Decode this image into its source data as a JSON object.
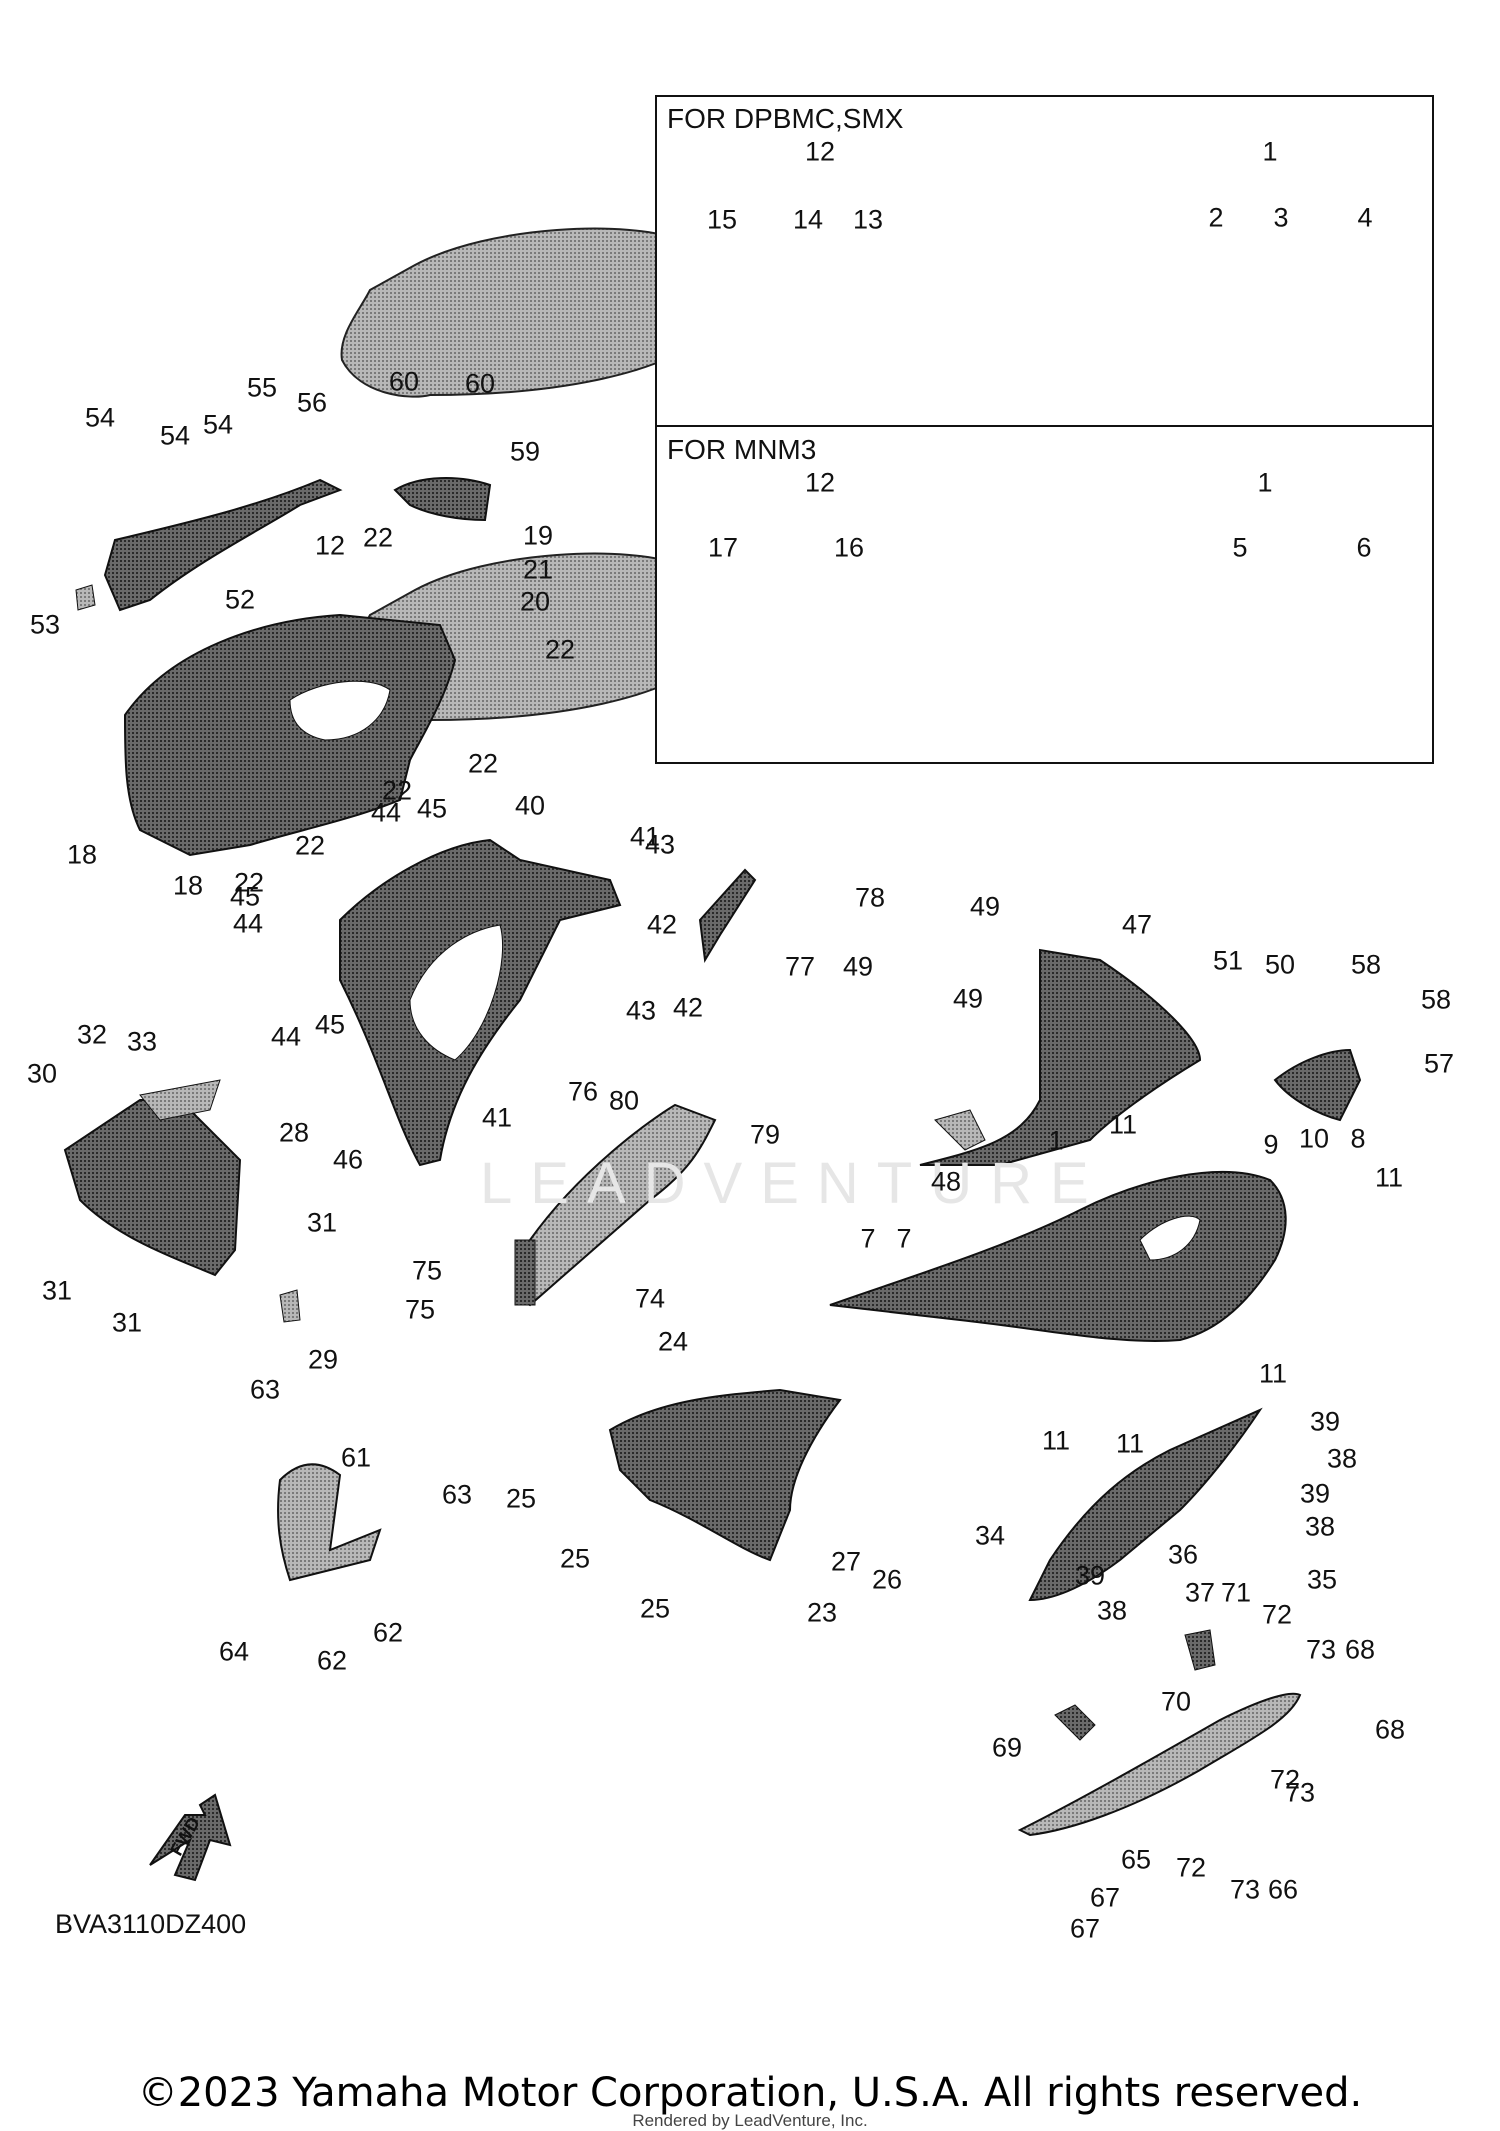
{
  "insets": [
    {
      "title": "FOR DPBMC,SMX"
    },
    {
      "title": "FOR MNM3"
    }
  ],
  "callouts": [
    "54",
    "54",
    "54",
    "55",
    "56",
    "53",
    "52",
    "60",
    "60",
    "59",
    "19",
    "21",
    "20",
    "22",
    "22",
    "22",
    "22",
    "22",
    "22",
    "12",
    "18",
    "18",
    "44",
    "44",
    "44",
    "45",
    "45",
    "45",
    "40",
    "41",
    "43",
    "42",
    "42",
    "43",
    "41",
    "78",
    "77",
    "46",
    "32",
    "33",
    "30",
    "28",
    "31",
    "31",
    "31",
    "29",
    "76",
    "80",
    "79",
    "74",
    "75",
    "75",
    "49",
    "49",
    "49",
    "47",
    "51",
    "50",
    "58",
    "58",
    "57",
    "48",
    "9",
    "10",
    "8",
    "11",
    "11",
    "11",
    "11",
    "11",
    "7",
    "7",
    "1",
    "24",
    "25",
    "25",
    "25",
    "27",
    "26",
    "23",
    "63",
    "61",
    "63",
    "64",
    "62",
    "62",
    "39",
    "38",
    "39",
    "38",
    "34",
    "36",
    "35",
    "37",
    "71",
    "72",
    "39",
    "38",
    "70",
    "73",
    "68",
    "69",
    "68",
    "72",
    "73",
    "65",
    "72",
    "73",
    "66",
    "67",
    "67",
    "12",
    "15",
    "14",
    "13",
    "1",
    "2",
    "3",
    "4",
    "12",
    "17",
    "16",
    "1",
    "5",
    "6"
  ],
  "diagram_code": "BVA3110DZ400",
  "fwd_label": "FWD",
  "watermark": "LEADVENTURE",
  "copyright": "©2023 Yamaha Motor Corporation, U.S.A. All rights reserved.",
  "rendered_by": "Rendered by LeadVenture, Inc."
}
